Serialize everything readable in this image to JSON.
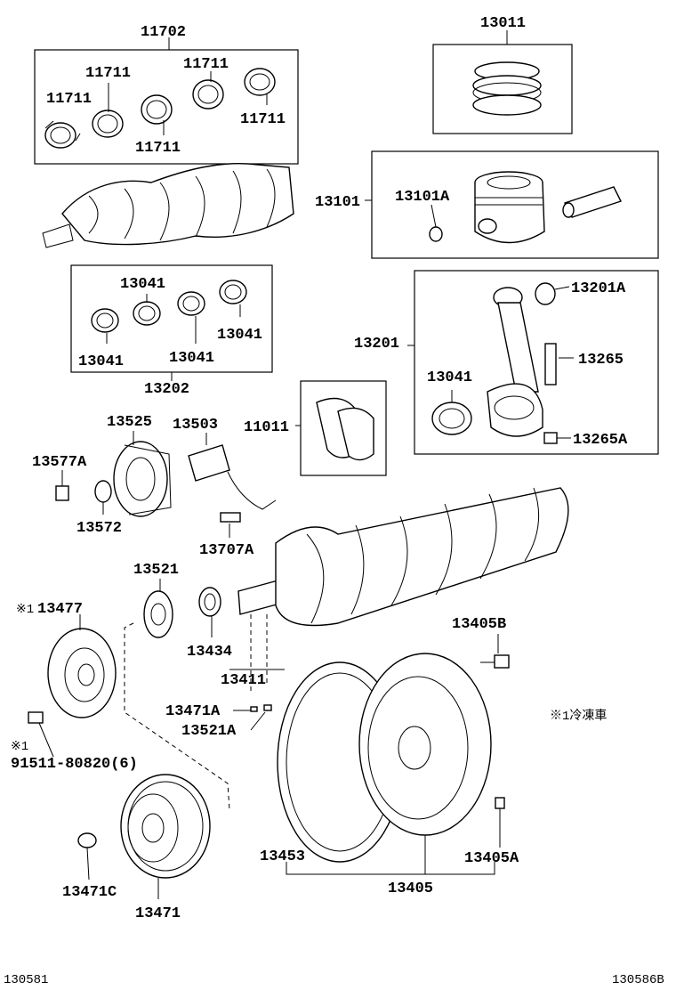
{
  "labels": {
    "p11702": "11702",
    "p11711_a": "11711",
    "p11711_b": "11711",
    "p11711_c": "11711",
    "p11711_d": "11711",
    "p11711_e": "11711",
    "p13011": "13011",
    "p13101": "13101",
    "p13101A": "13101A",
    "p13041_a": "13041",
    "p13041_b": "13041",
    "p13041_c": "13041",
    "p13041_d": "13041",
    "p13041_e": "13041",
    "p13202": "13202",
    "p13201": "13201",
    "p13201A": "13201A",
    "p13265": "13265",
    "p13265A": "13265A",
    "p11011": "11011",
    "p13525": "13525",
    "p13503": "13503",
    "p13577A": "13577A",
    "p13572": "13572",
    "p13707A": "13707A",
    "p13521": "13521",
    "p13477": "13477",
    "p13434": "13434",
    "p13411": "13411",
    "p13471A": "13471A",
    "p13521A": "13521A",
    "p13405B": "13405B",
    "p91511": "91511-80820(6)",
    "p13471C": "13471C",
    "p13471": "13471",
    "p13453": "13453",
    "p13405A": "13405A",
    "p13405": "13405"
  },
  "notes": {
    "mark1": "※1",
    "mark2": "※1",
    "footnote": "※1冷凍車"
  },
  "footer": {
    "left_code": "130581",
    "right_code": "130586B"
  }
}
